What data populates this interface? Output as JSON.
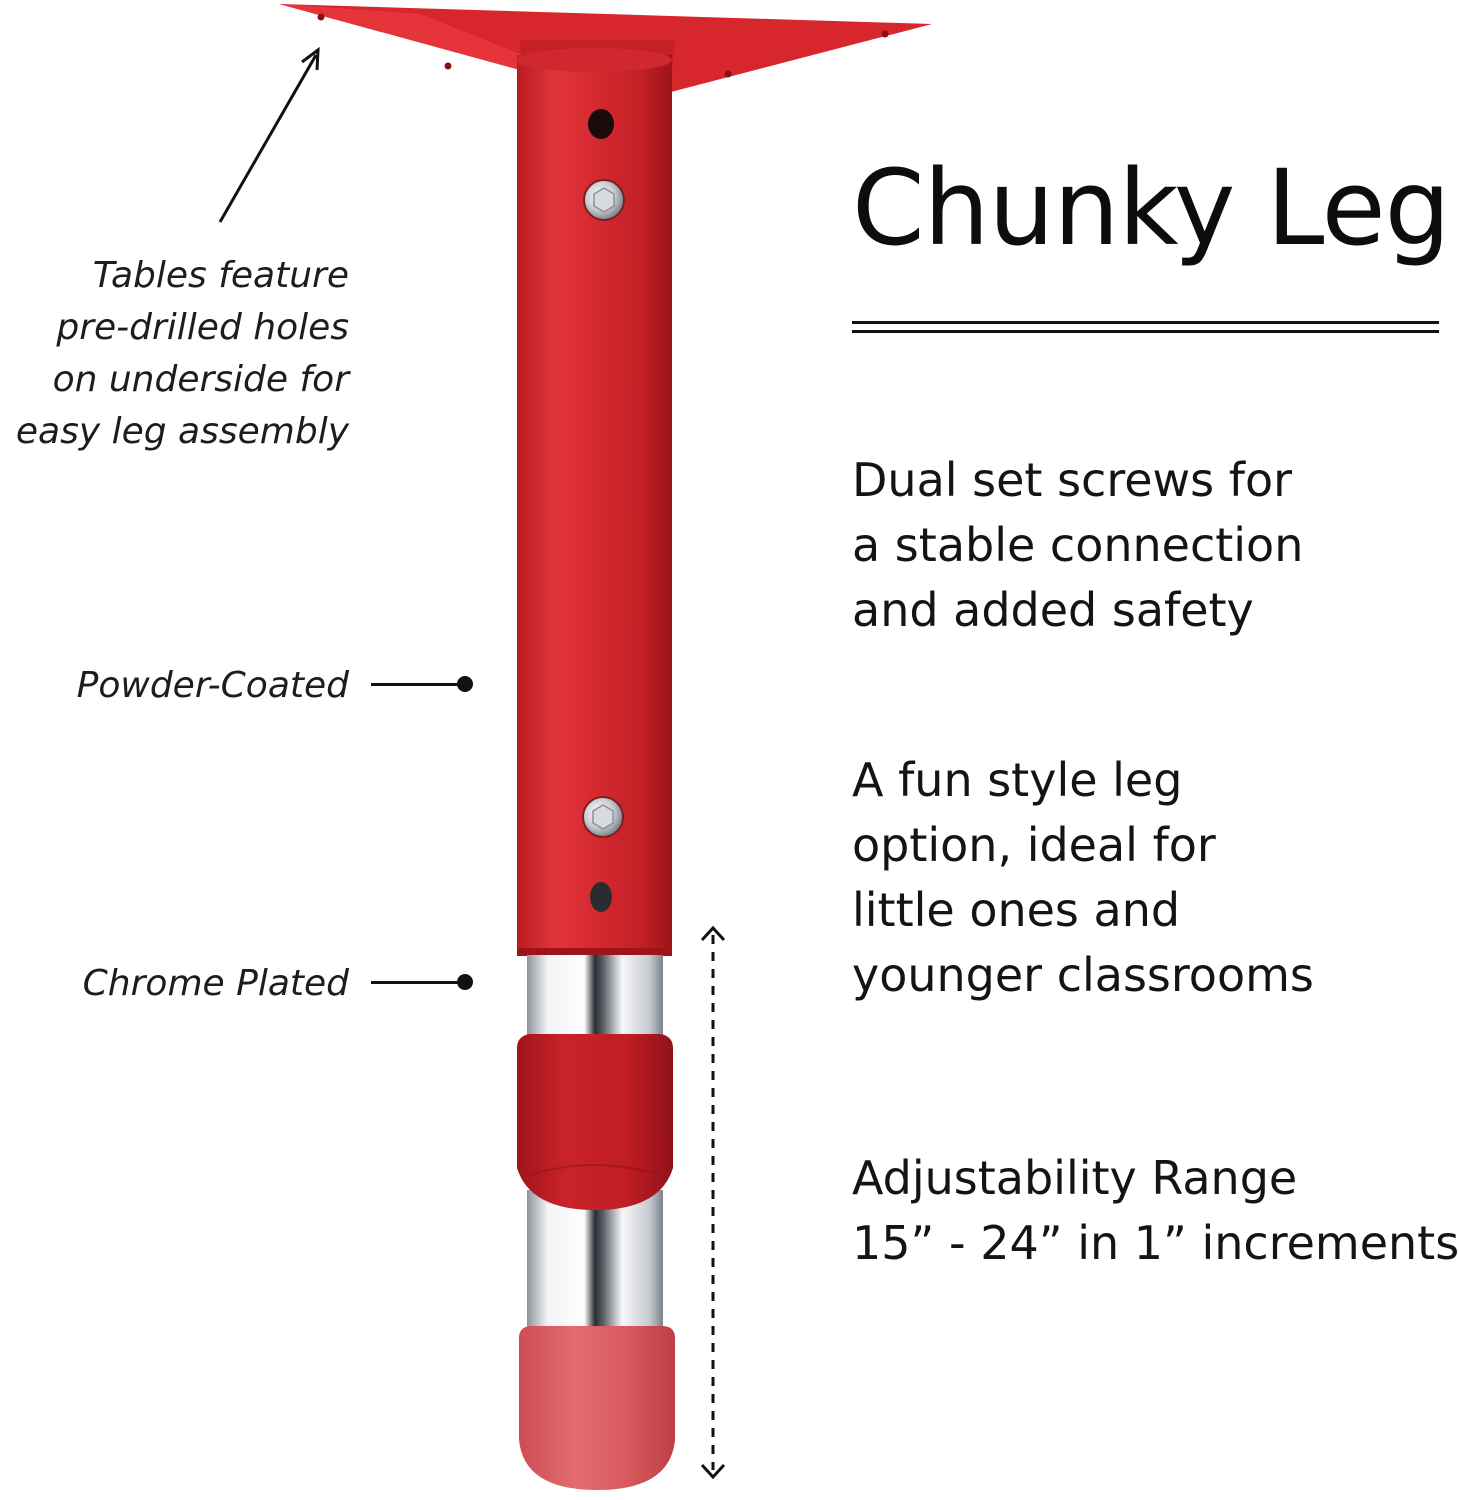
{
  "title": "Chunky Leg",
  "callouts": {
    "holes": [
      "Tables feature",
      "pre-drilled holes",
      "on underside for",
      "easy leg assembly"
    ],
    "powder": "Powder-Coated",
    "chrome": "Chrome Plated"
  },
  "features": [
    [
      "Dual set screws for",
      "a stable connection",
      "and added safety"
    ],
    [
      "A fun style leg",
      "option, ideal for",
      "little ones and",
      "younger classrooms"
    ],
    [
      "Adjustability Range",
      "15” - 24” in 1” increments"
    ]
  ],
  "colors": {
    "leg_red": "#d12a30",
    "leg_red_dark": "#a8161d",
    "foot_pink": "#e0676c",
    "chrome": "#d8dbe0",
    "ink": "#111111"
  },
  "icons": [
    "arrow-icon",
    "bolt-icon",
    "double-arrow-icon"
  ]
}
